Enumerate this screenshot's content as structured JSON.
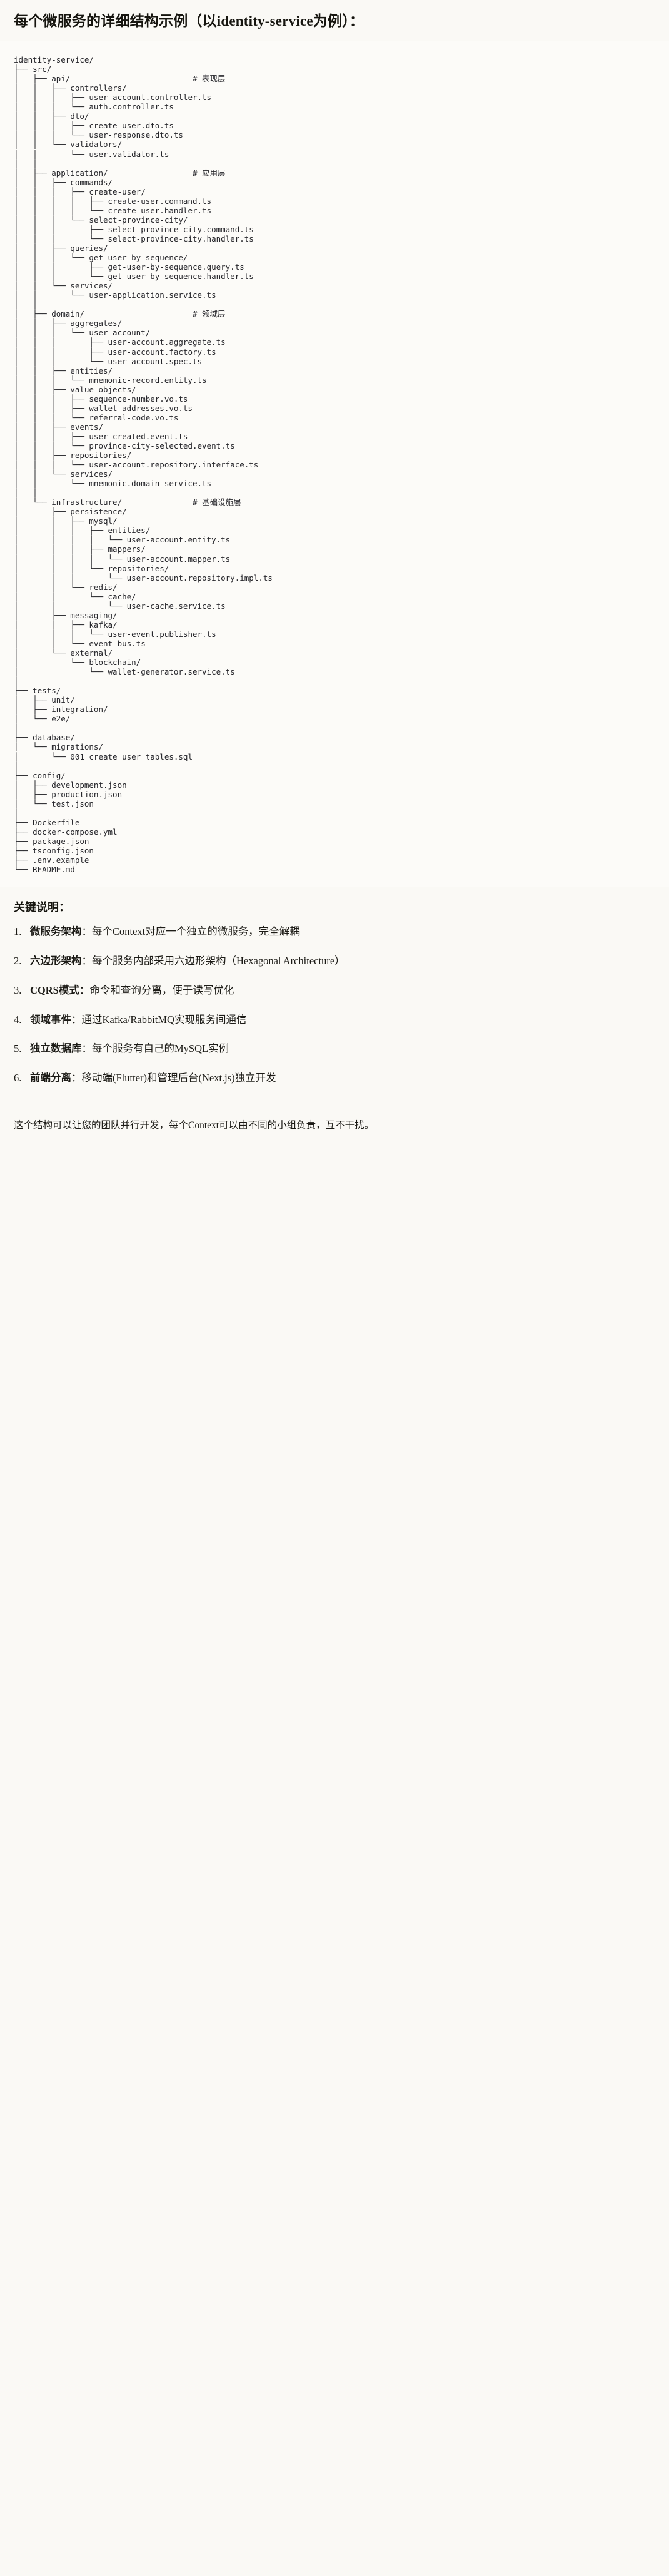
{
  "heading": "每个微服务的详细结构示例（以identity-service为例）：",
  "tree": {
    "text": "identity-service/\n├── src/\n│   ├── api/                          # 表现层\n│   │   ├── controllers/\n│   │   │   ├── user-account.controller.ts\n│   │   │   └── auth.controller.ts\n│   │   ├── dto/\n│   │   │   ├── create-user.dto.ts\n│   │   │   └── user-response.dto.ts\n│   │   └── validators/\n│   │       └── user.validator.ts\n│   │\n│   ├── application/                  # 应用层\n│   │   ├── commands/\n│   │   │   ├── create-user/\n│   │   │   │   ├── create-user.command.ts\n│   │   │   │   └── create-user.handler.ts\n│   │   │   └── select-province-city/\n│   │   │       ├── select-province-city.command.ts\n│   │   │       └── select-province-city.handler.ts\n│   │   ├── queries/\n│   │   │   └── get-user-by-sequence/\n│   │   │       ├── get-user-by-sequence.query.ts\n│   │   │       └── get-user-by-sequence.handler.ts\n│   │   └── services/\n│   │       └── user-application.service.ts\n│   │\n│   ├── domain/                       # 领域层\n│   │   ├── aggregates/\n│   │   │   └── user-account/\n│   │   │       ├── user-account.aggregate.ts\n│   │   │       ├── user-account.factory.ts\n│   │   │       └── user-account.spec.ts\n│   │   ├── entities/\n│   │   │   └── mnemonic-record.entity.ts\n│   │   ├── value-objects/\n│   │   │   ├── sequence-number.vo.ts\n│   │   │   ├── wallet-addresses.vo.ts\n│   │   │   └── referral-code.vo.ts\n│   │   ├── events/\n│   │   │   ├── user-created.event.ts\n│   │   │   └── province-city-selected.event.ts\n│   │   ├── repositories/\n│   │   │   └── user-account.repository.interface.ts\n│   │   └── services/\n│   │       └── mnemonic.domain-service.ts\n│   │\n│   └── infrastructure/               # 基础设施层\n│       ├── persistence/\n│       │   ├── mysql/\n│       │   │   ├── entities/\n│       │   │   │   └── user-account.entity.ts\n│       │   │   ├── mappers/\n│       │   │   │   └── user-account.mapper.ts\n│       │   │   └── repositories/\n│       │   │       └── user-account.repository.impl.ts\n│       │   └── redis/\n│       │       └── cache/\n│       │           └── user-cache.service.ts\n│       ├── messaging/\n│       │   ├── kafka/\n│       │   │   └── user-event.publisher.ts\n│       │   └── event-bus.ts\n│       └── external/\n│           └── blockchain/\n│               └── wallet-generator.service.ts\n│\n├── tests/\n│   ├── unit/\n│   ├── integration/\n│   └── e2e/\n│\n├── database/\n│   └── migrations/\n│       └── 001_create_user_tables.sql\n│\n├── config/\n│   ├── development.json\n│   ├── production.json\n│   └── test.json\n│\n├── Dockerfile\n├── docker-compose.yml\n├── package.json\n├── tsconfig.json\n├── .env.example\n└── README.md"
  },
  "notes": {
    "title": "关键说明：",
    "items": [
      {
        "term": "微服务架构",
        "sep": "：",
        "desc": "每个Context对应一个独立的微服务，完全解耦"
      },
      {
        "term": "六边形架构",
        "sep": "：",
        "desc": "每个服务内部采用六边形架构（Hexagonal Architecture）"
      },
      {
        "term": "CQRS模式",
        "sep": "：",
        "desc": "命令和查询分离，便于读写优化"
      },
      {
        "term": "领域事件",
        "sep": "：",
        "desc": "通过Kafka/RabbitMQ实现服务间通信"
      },
      {
        "term": "独立数据库",
        "sep": "：",
        "desc": "每个服务有自己的MySQL实例"
      },
      {
        "term": "前端分离",
        "sep": "：",
        "desc": "移动端(Flutter)和管理后台(Next.js)独立开发"
      }
    ]
  },
  "closing": "这个结构可以让您的团队并行开发，每个Context可以由不同的小组负责，互不干扰。",
  "colors": {
    "page_bg": "#faf9f5",
    "code_bg": "#fcfbf8",
    "code_border": "#e8e5db",
    "text": "#1a1a18",
    "code_text": "#26262b"
  }
}
